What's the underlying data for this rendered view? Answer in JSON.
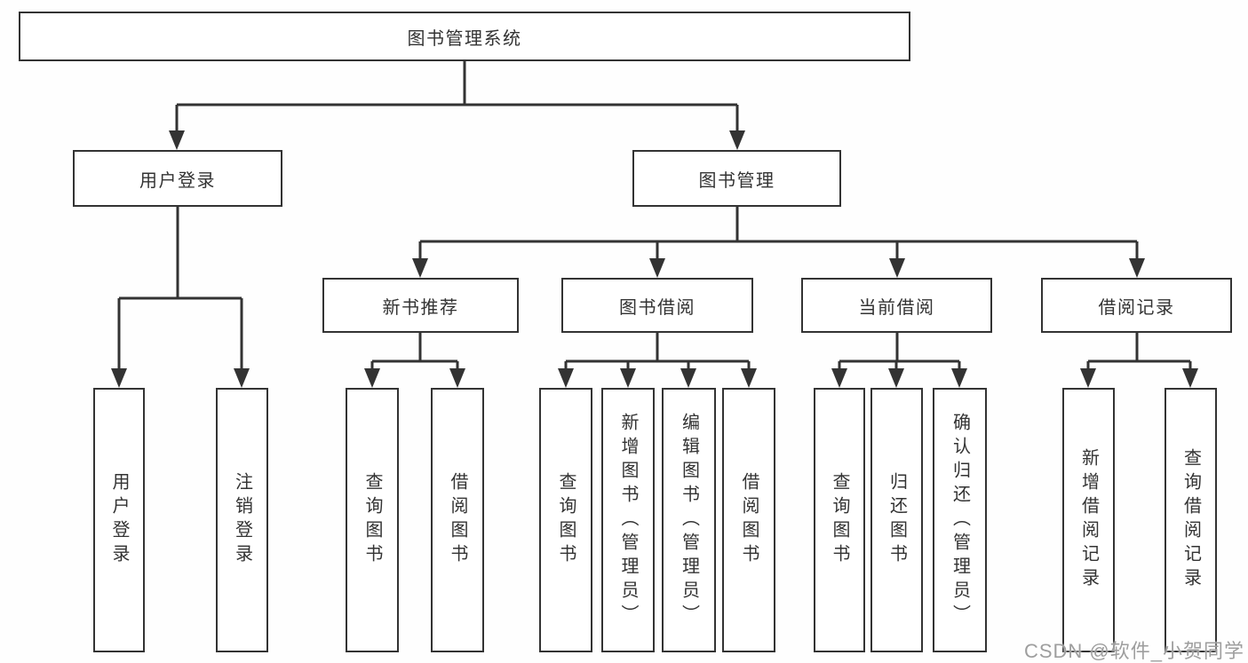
{
  "diagram_type": "hierarchy-tree",
  "colors": {
    "line": "#333333",
    "box_border": "#333333",
    "text": "#333333",
    "box_fill": "#ffffff",
    "background": "#fefefe",
    "watermark": "#9e9e9e"
  },
  "tree": {
    "label": "图书管理系统",
    "children": [
      {
        "label": "用户登录",
        "children": [
          {
            "label": "用户登录"
          },
          {
            "label": "注销登录"
          }
        ]
      },
      {
        "label": "图书管理",
        "children": [
          {
            "label": "新书推荐",
            "children": [
              {
                "label": "查询图书"
              },
              {
                "label": "借阅图书"
              }
            ]
          },
          {
            "label": "图书借阅",
            "children": [
              {
                "label": "查询图书"
              },
              {
                "label": "新增图书（管理员）"
              },
              {
                "label": "编辑图书（管理员）"
              },
              {
                "label": "借阅图书"
              }
            ]
          },
          {
            "label": "当前借阅",
            "children": [
              {
                "label": "查询图书"
              },
              {
                "label": "归还图书"
              },
              {
                "label": "确认归还（管理员）"
              }
            ]
          },
          {
            "label": "借阅记录",
            "children": [
              {
                "label": "新增借阅记录"
              },
              {
                "label": "查询借阅记录"
              }
            ]
          }
        ]
      }
    ]
  },
  "watermark": {
    "text": "CSDN @软件_小贺同学"
  }
}
